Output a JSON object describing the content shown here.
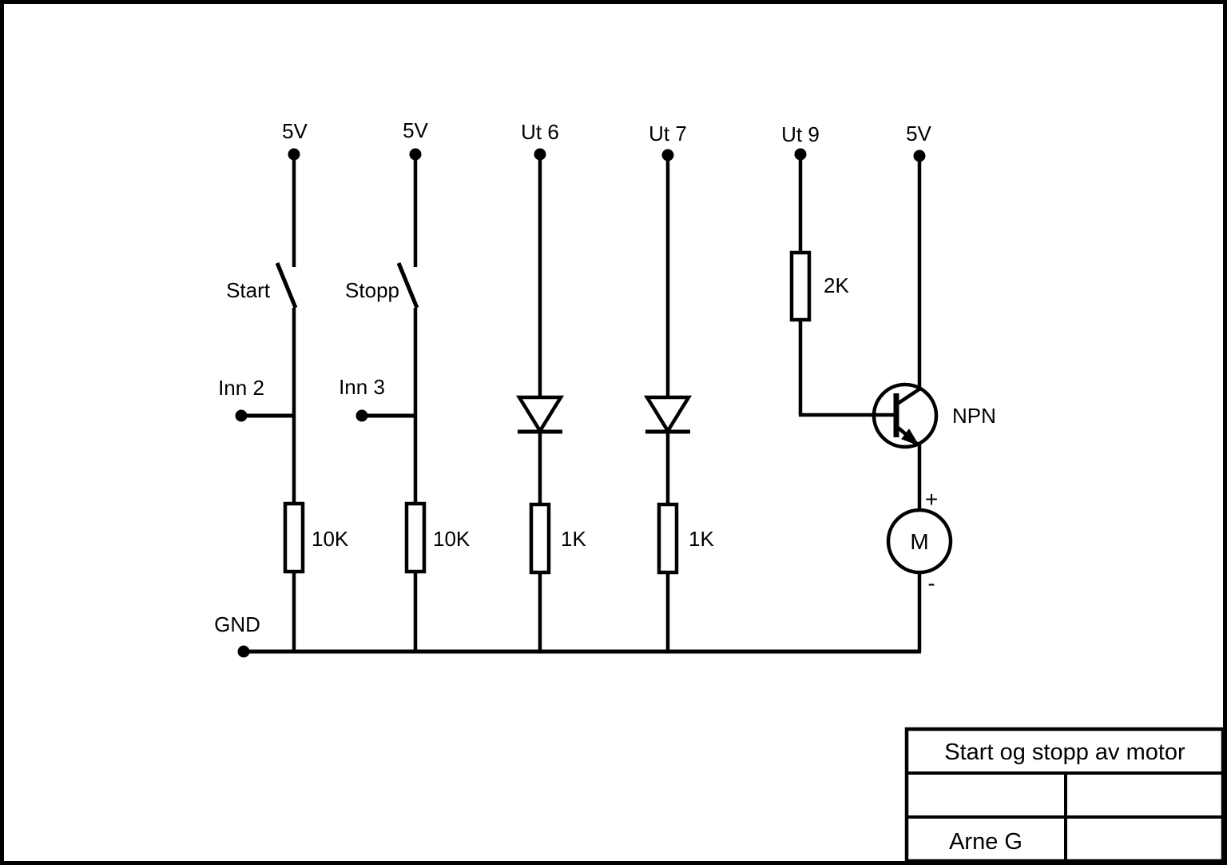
{
  "theme": {
    "ink": "#000000",
    "paper": "#ffffff"
  },
  "title_block": {
    "title": "Start og stopp av motor",
    "author": "Arne G"
  },
  "rails": {
    "gnd_label": "GND"
  },
  "branches": {
    "start": {
      "supply": "5V",
      "switch": "Start",
      "input": "Inn 2",
      "resistor": "10K"
    },
    "stopp": {
      "supply": "5V",
      "switch": "Stopp",
      "input": "Inn 3",
      "resistor": "10K"
    },
    "ut6": {
      "terminal": "Ut 6",
      "resistor": "1K"
    },
    "ut7": {
      "terminal": "Ut 7",
      "resistor": "1K"
    },
    "ut9": {
      "terminal": "Ut 9",
      "resistor": "2K"
    },
    "output": {
      "supply": "5V",
      "transistor": "NPN",
      "motor": "M",
      "plus": "+",
      "minus": "-"
    }
  }
}
